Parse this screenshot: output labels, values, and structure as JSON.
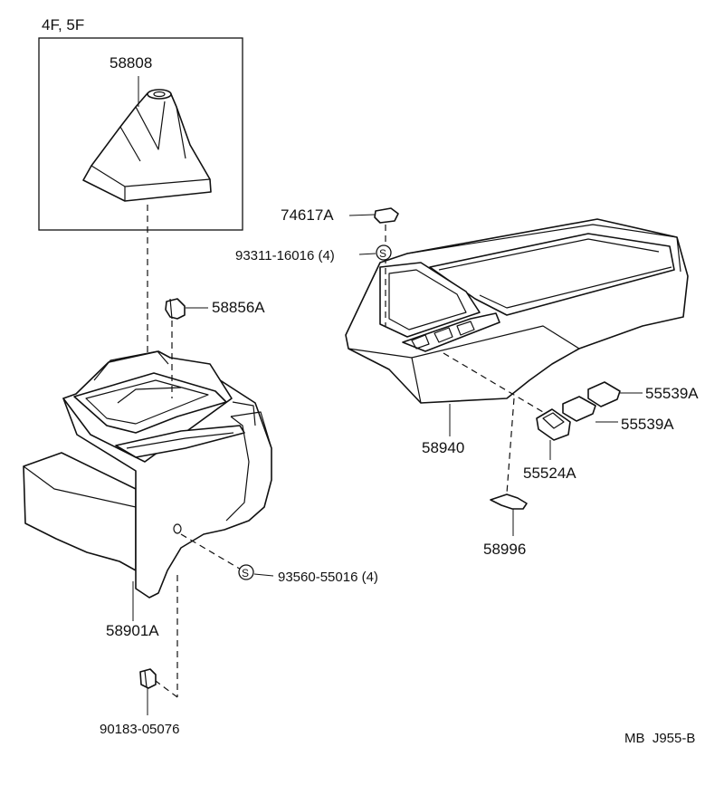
{
  "inset": {
    "variant_label": "4F, 5F"
  },
  "parts": {
    "shift_boot": "58808",
    "bracket_clip": "58856A",
    "console_box_lower": "58901A",
    "bolt": "90183-05076",
    "screw_front": "93560-55016 (4)",
    "clip_top": "74617A",
    "screw_top": "93311-16016 (4)",
    "console_box_upper": "58940",
    "switch_hole_cover_1": "55539A",
    "switch_hole_cover_2": "55539A",
    "switch_base": "55524A",
    "retainer": "58996"
  },
  "screw_symbol": "S",
  "footer": {
    "code": "MB  J955-B"
  }
}
